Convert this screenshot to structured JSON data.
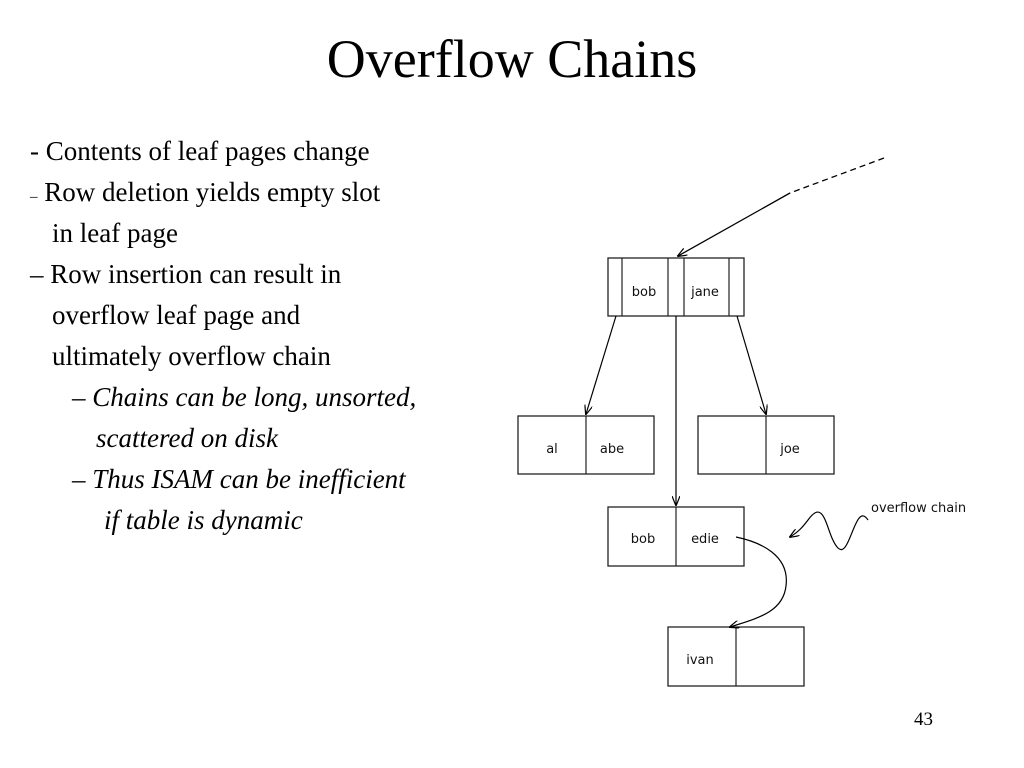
{
  "slide": {
    "title": "Overflow Chains",
    "page_number": "43"
  },
  "bullets": {
    "b1": "- Contents of leaf pages change",
    "b2_dash": "–",
    "b2_text": "Row deletion yields empty slot",
    "b2_cont": "in leaf page",
    "b3_text": "– Row insertion can result in",
    "b3_cont1": "overflow leaf page and",
    "b3_cont2": "ultimately overflow chain",
    "b4_text": "– Chains can be long, unsorted,",
    "b4_cont": "scattered on disk",
    "b5_text": "– Thus ISAM can be inefficient",
    "b5_cont": "if table is dynamic"
  },
  "diagram": {
    "root_node": {
      "key1": "bob",
      "key2": "jane"
    },
    "left_leaf": {
      "key1": "al",
      "key2": "abe"
    },
    "right_leaf": {
      "key1": "",
      "key2": "joe"
    },
    "middle_leaf": {
      "key1": "bob",
      "key2": "edie"
    },
    "overflow_page": {
      "key1": "ivan",
      "key2": ""
    },
    "overflow_label": "overflow chain"
  },
  "colors": {
    "ink": "#000000",
    "node_border": "#222222",
    "background": "#ffffff"
  }
}
